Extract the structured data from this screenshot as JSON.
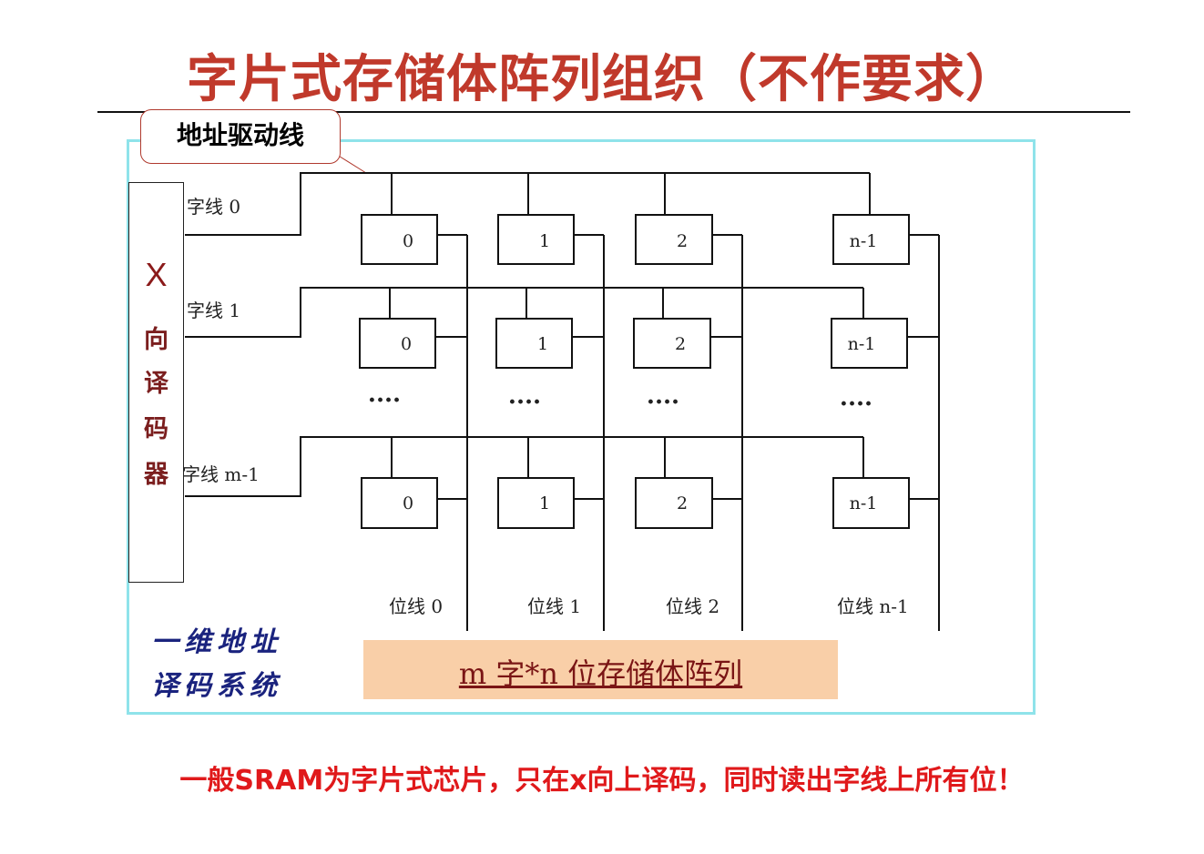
{
  "title": "字片式存储体阵列组织（不作要求）",
  "callout": "地址驱动线",
  "decoder": {
    "x": "X",
    "chars": [
      "向",
      "译",
      "码",
      "器"
    ]
  },
  "word_lines": [
    "字线 0",
    "字线 1",
    "字线 m-1"
  ],
  "cells": [
    "0",
    "1",
    "2",
    "n-1"
  ],
  "dots": "····",
  "bit_lines": [
    "位线 0",
    "位线 1",
    "位线 2",
    "位线 n-1"
  ],
  "system_label": [
    "一维地址",
    "译码系统"
  ],
  "caption": "m 字*n 位存储体阵列",
  "footer": "一般SRAM为字片式芯片，只在x向上译码，同时读出字线上所有位！",
  "colors": {
    "title": "#c0392b",
    "frame": "#8fe3ea",
    "caption_bg": "#f9cfa8",
    "footer": "#e0191b",
    "system_label": "#1a237e"
  }
}
